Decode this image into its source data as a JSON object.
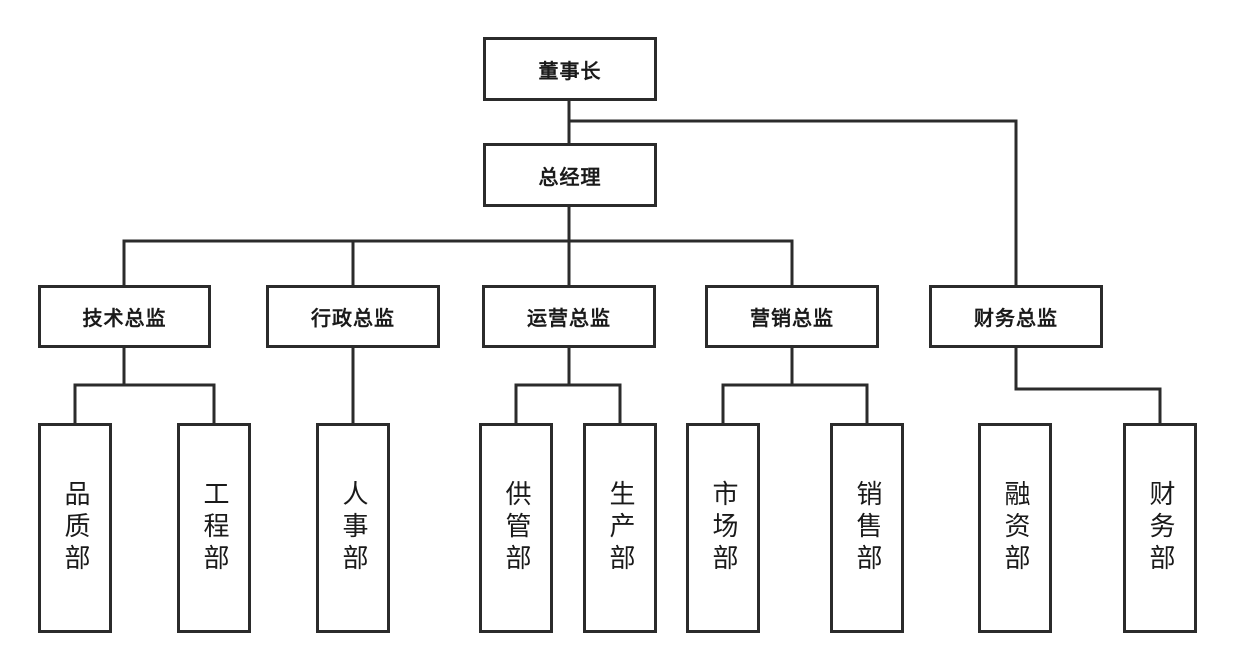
{
  "chairman": "董事长",
  "general_manager": "总经理",
  "directors": {
    "tech": "技术总监",
    "admin": "行政总监",
    "operations": "运营总监",
    "marketing": "营销总监",
    "finance": "财务总监"
  },
  "departments": {
    "quality": "品质部",
    "engineering": "工程部",
    "hr": "人事部",
    "supply": "供管部",
    "production": "生产部",
    "market": "市场部",
    "sales": "销售部",
    "financing": "融资部",
    "accounting": "财务部"
  },
  "colors": {
    "line": "#2b2b2b",
    "box_border": "#2b2b2b",
    "background": "#ffffff"
  }
}
